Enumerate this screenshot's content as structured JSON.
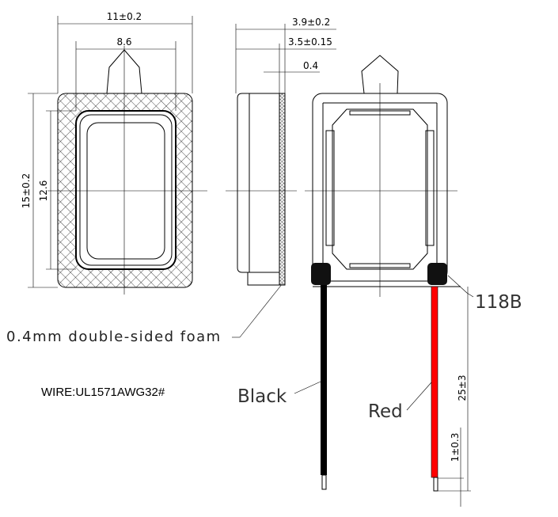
{
  "dimensions": {
    "width": "11±0.2",
    "inner_width": "8.6",
    "height": "15±0.2",
    "inner_height": "12.6",
    "thickness": "3.9±0.2",
    "body_thickness": "3.5±0.15",
    "foam_thickness": "0.4",
    "wire_length": "25±3",
    "strip_length": "1±0.3"
  },
  "labels": {
    "foam": "0.4mm double-sided foam",
    "wire_spec": "WIRE:UL1571AWG32#",
    "black": "Black",
    "red": "Red",
    "connector": "118B"
  },
  "colors": {
    "red_wire": "#ff0000",
    "black_wire": "#000000"
  }
}
